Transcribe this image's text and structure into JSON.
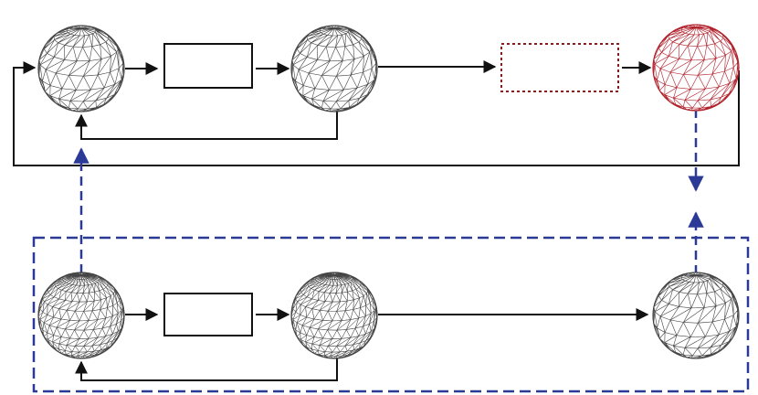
{
  "colors": {
    "black": "#111111",
    "mesh_gray": "#444444",
    "mesh_red": "#b0202a",
    "blue_dashed": "#2b3a96",
    "dotted_red": "#8b1a1a",
    "background": "#ffffff"
  },
  "nodes": [
    {
      "id": "sphere-top-1",
      "kind": "sphere",
      "mesh": "coarse",
      "color": "mesh_gray"
    },
    {
      "id": "box-top-1",
      "kind": "box",
      "style": "solid",
      "label": ""
    },
    {
      "id": "sphere-top-2",
      "kind": "sphere",
      "mesh": "coarse",
      "color": "mesh_gray"
    },
    {
      "id": "box-top-2",
      "kind": "box",
      "style": "dotted-red",
      "label": ""
    },
    {
      "id": "sphere-top-3",
      "kind": "sphere",
      "mesh": "coarse",
      "color": "mesh_red"
    },
    {
      "id": "sphere-bottom-1",
      "kind": "sphere",
      "mesh": "fine",
      "color": "mesh_gray"
    },
    {
      "id": "box-bottom-1",
      "kind": "box",
      "style": "solid",
      "label": ""
    },
    {
      "id": "sphere-bottom-2",
      "kind": "sphere",
      "mesh": "fine",
      "color": "mesh_gray"
    },
    {
      "id": "sphere-bottom-3",
      "kind": "sphere",
      "mesh": "coarse",
      "color": "mesh_gray"
    }
  ],
  "edges": [
    {
      "from": "sphere-top-1",
      "to": "box-top-1",
      "style": "solid"
    },
    {
      "from": "box-top-1",
      "to": "sphere-top-2",
      "style": "solid"
    },
    {
      "from": "sphere-top-2",
      "to": "box-top-2",
      "style": "solid"
    },
    {
      "from": "box-top-2",
      "to": "sphere-top-3",
      "style": "solid"
    },
    {
      "from": "sphere-top-2",
      "to": "sphere-top-1",
      "style": "solid",
      "route": "loop-below"
    },
    {
      "from": "sphere-top-3",
      "to": "sphere-top-1",
      "style": "solid",
      "route": "outer-loop"
    },
    {
      "from": "sphere-bottom-1",
      "to": "box-bottom-1",
      "style": "solid"
    },
    {
      "from": "box-bottom-1",
      "to": "sphere-bottom-2",
      "style": "solid"
    },
    {
      "from": "sphere-bottom-2",
      "to": "sphere-bottom-3",
      "style": "solid"
    },
    {
      "from": "sphere-bottom-2",
      "to": "sphere-bottom-1",
      "style": "solid",
      "route": "loop-below"
    },
    {
      "from": "sphere-bottom-1",
      "to": "sphere-top-1",
      "style": "dashed-blue"
    },
    {
      "from": "sphere-top-3",
      "to": "gap-marker",
      "style": "dashed-blue"
    },
    {
      "from": "sphere-bottom-3",
      "to": "gap-marker",
      "style": "dashed-blue"
    }
  ],
  "groups": [
    {
      "id": "bottom-group",
      "style": "dashed-blue",
      "contains": [
        "sphere-bottom-1",
        "box-bottom-1",
        "sphere-bottom-2",
        "sphere-bottom-3"
      ]
    }
  ]
}
